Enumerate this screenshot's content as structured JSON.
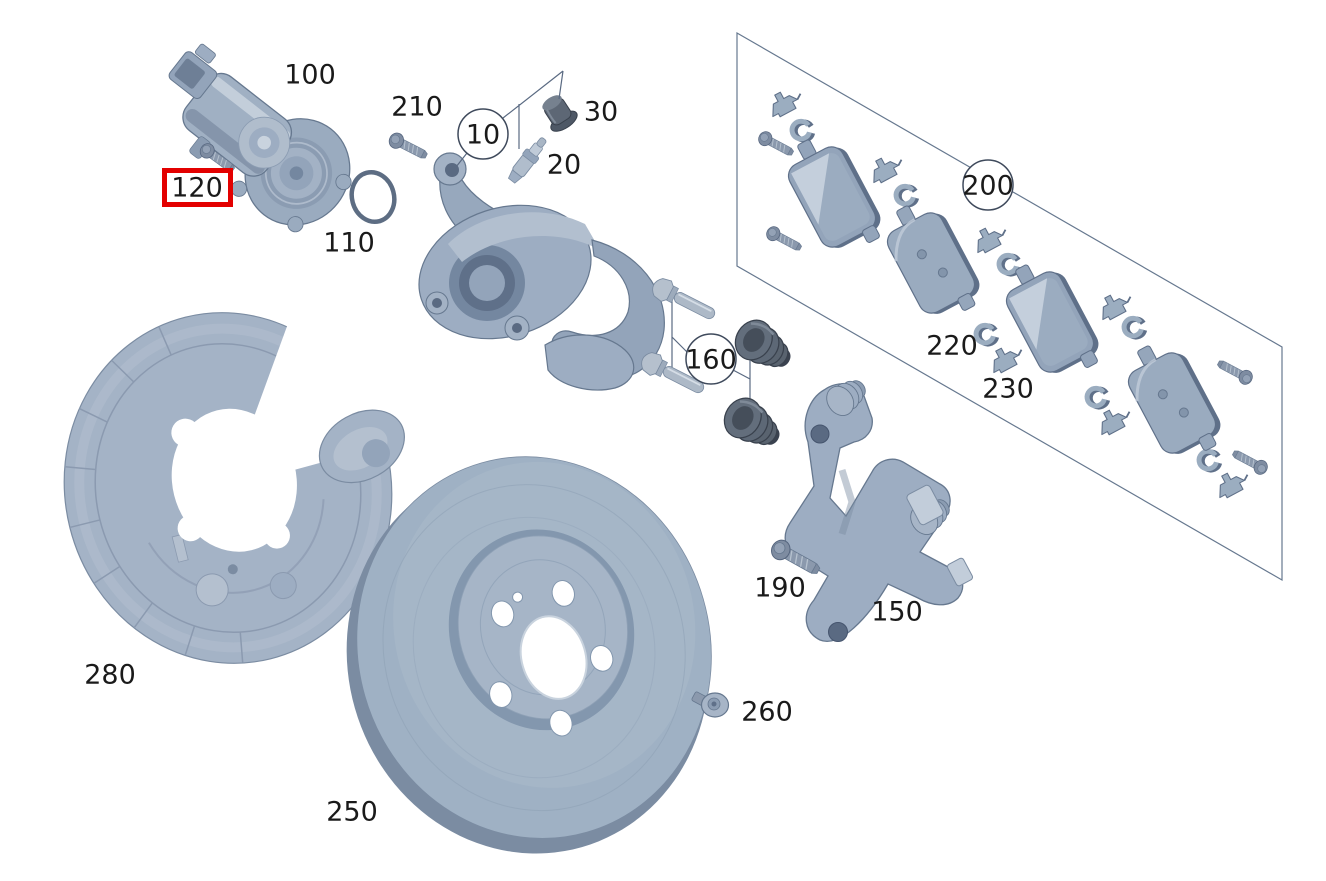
{
  "diagram": {
    "type": "exploded-parts-diagram",
    "background": "#ffffff",
    "colors": {
      "highlight": "#e30000",
      "part_steel": "#9dadc2",
      "part_steel_light": "#c6d1dd",
      "part_steel_dark": "#66788f",
      "part_rubber_dark": "#57616f",
      "line": "#5a6a82",
      "text": "#1a1a1a"
    },
    "callouts": [
      {
        "text": "100",
        "style": "plain"
      },
      {
        "text": "120",
        "style": "highlighted-box"
      },
      {
        "text": "110",
        "style": "plain"
      },
      {
        "text": "210",
        "style": "plain"
      },
      {
        "text": "10",
        "style": "circled"
      },
      {
        "text": "20",
        "style": "plain"
      },
      {
        "text": "30",
        "style": "plain"
      },
      {
        "text": "200",
        "style": "circled"
      },
      {
        "text": "220",
        "style": "plain"
      },
      {
        "text": "230",
        "style": "plain"
      },
      {
        "text": "160",
        "style": "circled"
      },
      {
        "text": "190",
        "style": "plain"
      },
      {
        "text": "150",
        "style": "plain"
      },
      {
        "text": "280",
        "style": "plain"
      },
      {
        "text": "250",
        "style": "plain"
      },
      {
        "text": "260",
        "style": "plain"
      }
    ]
  }
}
